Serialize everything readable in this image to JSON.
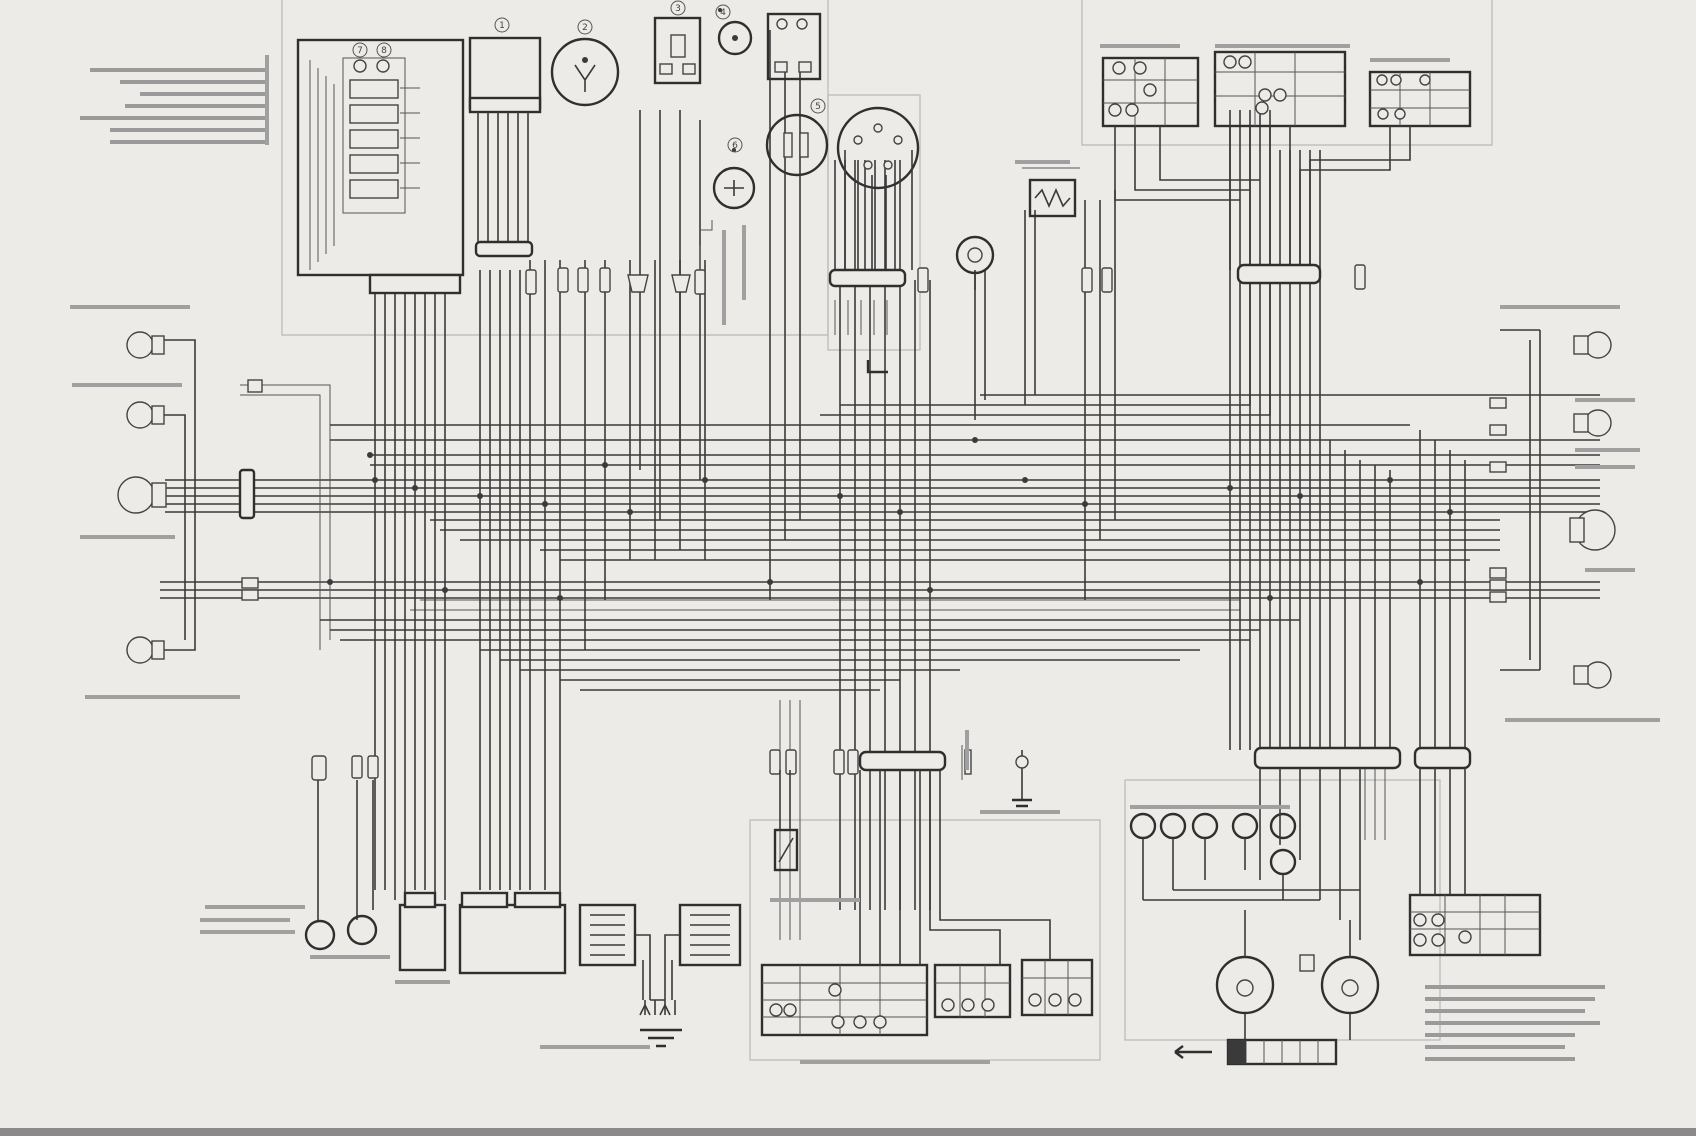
{
  "diagram": {
    "symbols": [
      "ground-symbol",
      "bulb-symbol",
      "connector-symbol",
      "switch-symbol",
      "coil-symbol",
      "gauge-symbol"
    ],
    "item_numbers": [
      "1",
      "2",
      "3",
      "4",
      "5",
      "6",
      "7",
      "8"
    ],
    "colors": {
      "paper": "#ecebe7",
      "ink": "#3a3a3a",
      "frame": "#b8b8b8"
    }
  }
}
